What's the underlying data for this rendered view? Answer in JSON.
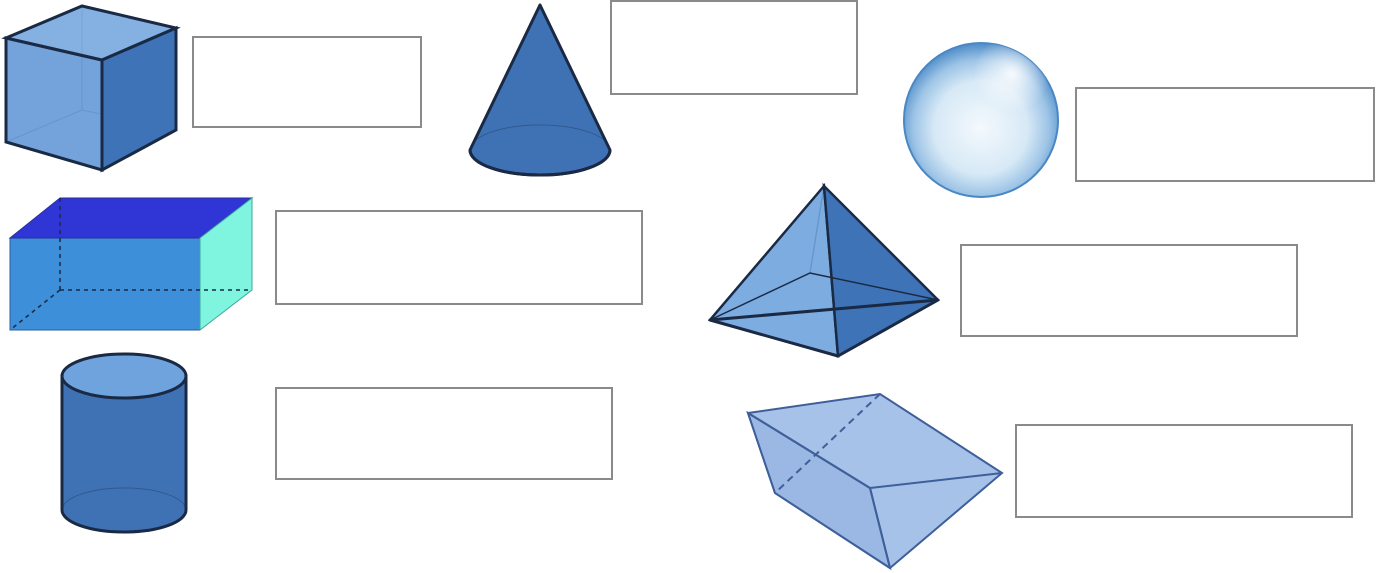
{
  "worksheet": {
    "shapes": [
      {
        "id": "cube",
        "icon": "cube-icon",
        "answer": ""
      },
      {
        "id": "cone",
        "icon": "cone-icon",
        "answer": ""
      },
      {
        "id": "sphere",
        "icon": "sphere-icon",
        "answer": ""
      },
      {
        "id": "rectangular-prism",
        "icon": "rectangular-prism-icon",
        "answer": ""
      },
      {
        "id": "pyramid",
        "icon": "pyramid-icon",
        "answer": ""
      },
      {
        "id": "cylinder",
        "icon": "cylinder-icon",
        "answer": ""
      },
      {
        "id": "triangular-prism",
        "icon": "triangular-prism-icon",
        "answer": ""
      }
    ]
  },
  "colors": {
    "shape_blue": "#4a7fc1",
    "shape_outline": "#1a2a44",
    "cuboid_top": "#3036d6",
    "cuboid_side": "#7ff5e0",
    "cuboid_front": "#3c8fd8",
    "box_border": "#8a8a8a"
  }
}
